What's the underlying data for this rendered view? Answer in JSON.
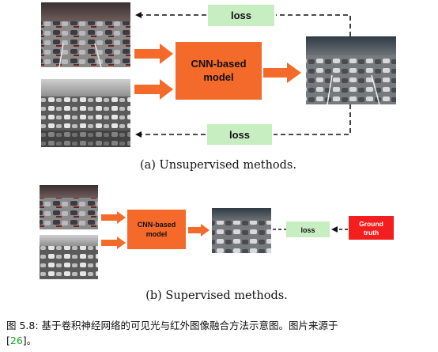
{
  "colors": {
    "cnn_box": "#f46a2a",
    "cnn_box_small": "#f56a2a",
    "arrow": "#f46a2a",
    "loss_box": "#c6eec1",
    "ground_truth_box": "#f41e1e",
    "reference_link": "#1aa31a"
  },
  "diagram_a": {
    "cnn_label_line1": "CNN-based",
    "cnn_label_line2": "model",
    "loss_top": "loss",
    "loss_bottom": "loss",
    "caption": "(a) Unsupervised methods."
  },
  "diagram_b": {
    "cnn_label_line1": "CNN-based",
    "cnn_label_line2": "model",
    "loss": "loss",
    "ground_truth_line1": "Ground",
    "ground_truth_line2": "truth",
    "caption": "(b) Supervised methods."
  },
  "figure_caption": {
    "text": "图 5.8:  基于卷积神经网络的可见光与红外图像融合方法示意图。图片来源于",
    "ref_open": "[",
    "ref_number": "26",
    "ref_close": "]。"
  }
}
